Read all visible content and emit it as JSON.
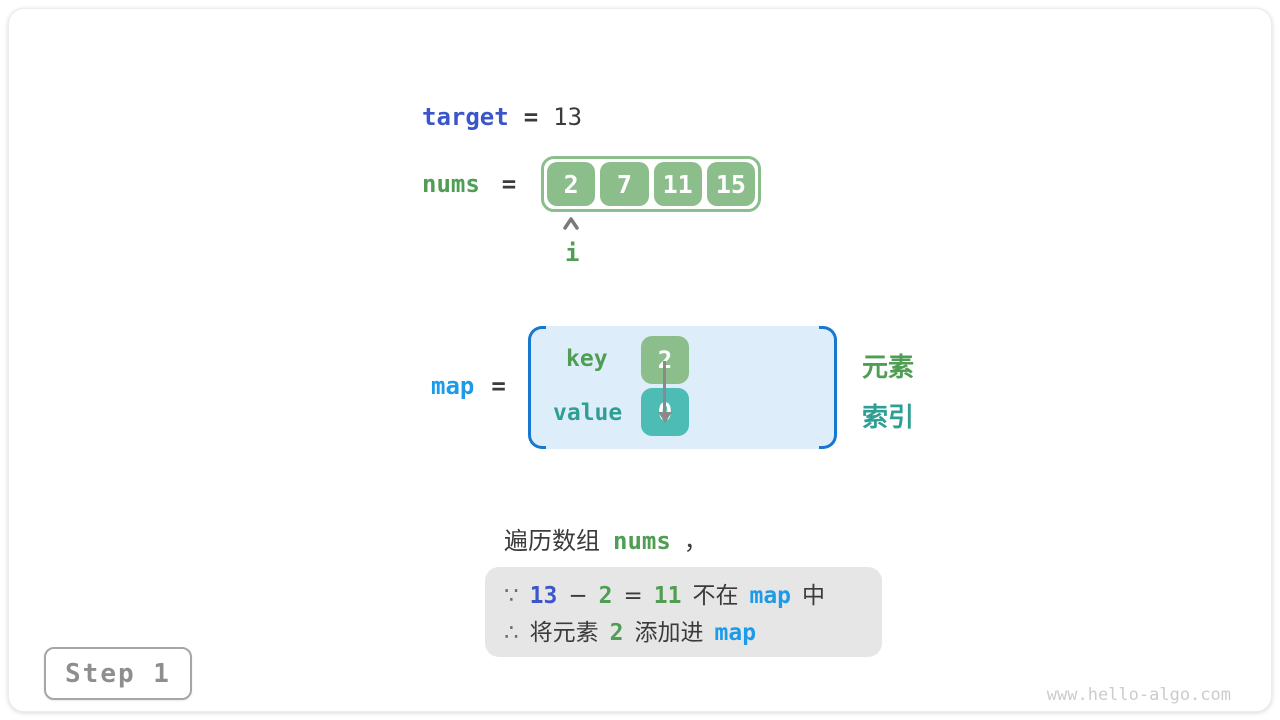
{
  "card": {
    "step_label": "Step 1",
    "watermark": "www.hello-algo.com"
  },
  "target": {
    "label": "target",
    "equals": "=",
    "value": "13"
  },
  "nums": {
    "label": "nums",
    "equals": "=",
    "values": [
      "2",
      "7",
      "11",
      "15"
    ],
    "pointer": "i"
  },
  "map": {
    "label": "map",
    "equals": "=",
    "key_label": "key",
    "value_label": "value",
    "entry_key": "2",
    "entry_value": "0",
    "legend_element": "元素",
    "legend_index": "索引"
  },
  "caption": {
    "text": "遍历数组",
    "code": "nums",
    "comma": "，"
  },
  "inference": {
    "because_symbol": "∵",
    "therefore_symbol": "∴",
    "target_value": "13",
    "minus": "−",
    "element": "2",
    "equals": "=",
    "difference": "11",
    "not_in": "不在",
    "map_ref1": "map",
    "in_suffix": "中",
    "add_prefix": "将元素",
    "element2": "2",
    "add_middle": "添加进",
    "map_ref2": "map"
  },
  "colors": {
    "royal_blue": "#3b56c9",
    "bright_blue": "#1b9be9",
    "bracket_blue": "#1778cf",
    "green_text": "#4f9e53",
    "teal_text": "#2f9e94",
    "green_fill": "#8cbe8c",
    "teal_fill": "#4cbcb4",
    "map_fill": "#ddeefa",
    "inference_bg": "#e6e6e6",
    "dark_text": "#3b3b3b",
    "arrow_gray": "#8a8a8a",
    "watermark_gray": "#cccccc"
  }
}
